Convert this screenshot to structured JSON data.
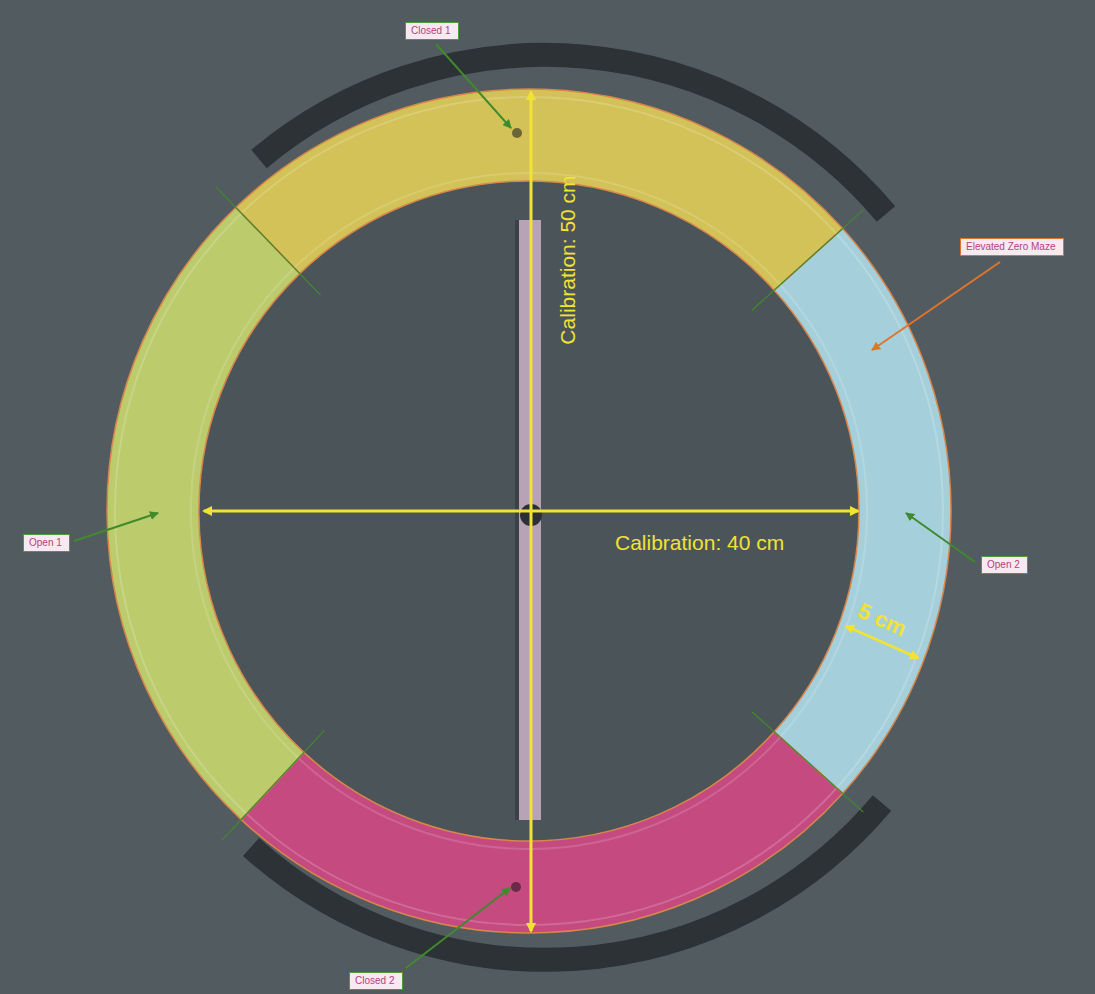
{
  "diagram": {
    "nodes": [
      {
        "text": [
          "Closed 1"
        ]
      },
      {
        "text": [
          "Elevated Zero Maze"
        ]
      },
      {
        "text": [
          "Open 1"
        ]
      },
      {
        "text": [
          "Open 2"
        ]
      },
      {
        "text": [
          "Closed 2"
        ]
      }
    ],
    "labels": [
      "Calibration: 50 cm",
      "Calibration: 40 cm",
      "5 cm"
    ]
  }
}
